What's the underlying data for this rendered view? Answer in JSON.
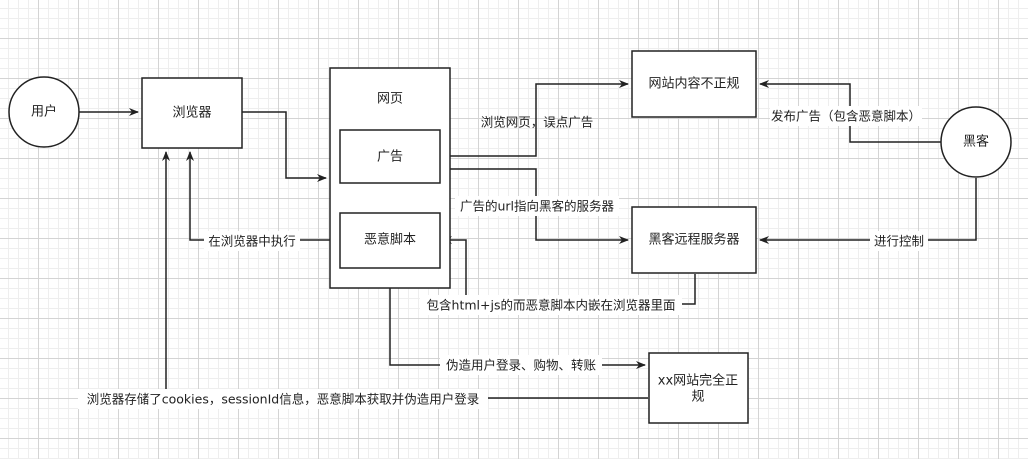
{
  "nodes": {
    "user": "用户",
    "browser": "浏览器",
    "webpage": "网页",
    "ad": "广告",
    "malicious_script": "恶意脚本",
    "site_not_legit": "网站内容不正规",
    "hacker": "黑客",
    "hacker_server": "黑客远程服务器",
    "xx_site_line1": "xx网站完全正",
    "xx_site_line2": "规"
  },
  "edge_labels": {
    "browse_click_ad": "浏览网页，误点广告",
    "publish_ad": "发布广告（包含恶意脚本）",
    "ad_url_points_server": "广告的url指向黑客的服务器",
    "execute_in_browser": "在浏览器中执行",
    "remote_control": "进行控制",
    "embed_script": "包含html+js的而恶意脚本内嵌在浏览器里面",
    "forge_actions": "伪造用户登录、购物、转账",
    "cookies_steal": "浏览器存储了cookies，sessionId信息，恶意脚本获取并伪造用户登录"
  },
  "colors": {
    "stroke": "#222222",
    "background": "#ffffff",
    "grid_major": "#d4d4d4",
    "grid_minor": "#eeeeee"
  }
}
